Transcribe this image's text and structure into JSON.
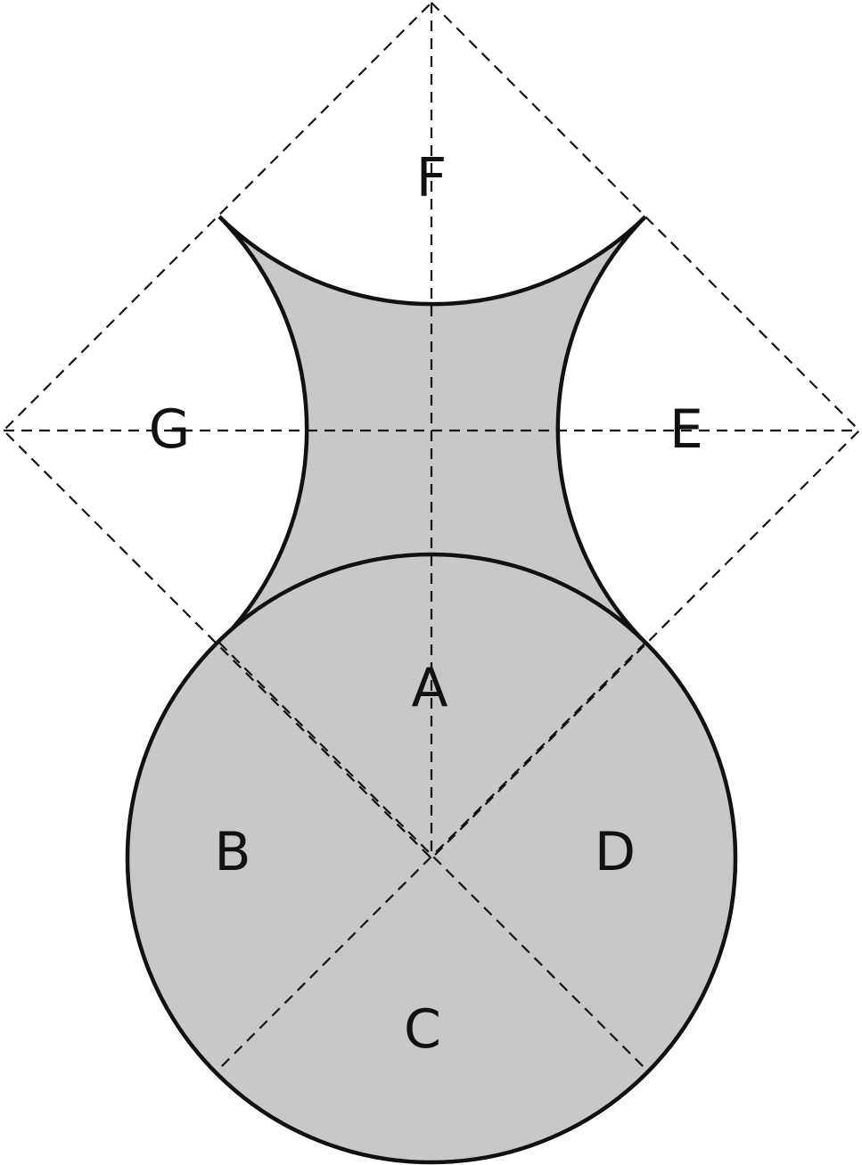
{
  "colors": {
    "fill": "#c8c8c8",
    "stroke": "#111111",
    "background": "#ffffff"
  },
  "labels": {
    "a": "A",
    "b": "B",
    "c": "C",
    "d": "D",
    "e": "E",
    "f": "F",
    "g": "G"
  }
}
